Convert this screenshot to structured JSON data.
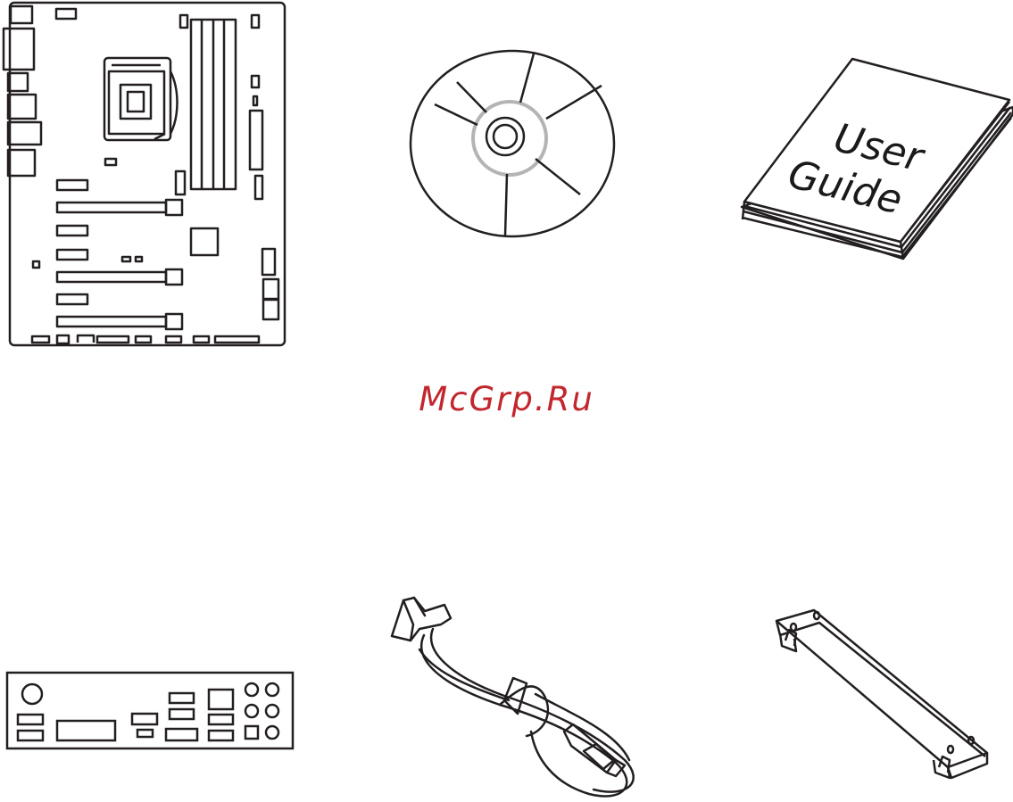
{
  "watermark": {
    "text": "McGrp.Ru",
    "color": "#c1272d"
  },
  "user_guide": {
    "line1": "User",
    "line2": "Guide"
  },
  "items": [
    {
      "icon": "motherboard-icon"
    },
    {
      "icon": "driver-dvd-icon"
    },
    {
      "icon": "user-guide-icon"
    },
    {
      "icon": "io-shield-icon"
    },
    {
      "icon": "sata-cable-icon"
    },
    {
      "icon": "sli-bridge-icon"
    }
  ],
  "colors": {
    "line": "#231f20",
    "disc-ring": "#b4b4b4"
  }
}
